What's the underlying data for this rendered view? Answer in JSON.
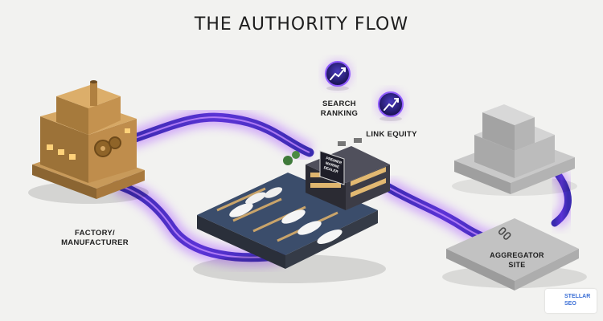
{
  "title": "THE AUTHORITY FLOW",
  "nodes": {
    "factory": {
      "label_line1": "FACTORY/",
      "label_line2": "MANUFACTURER"
    },
    "search_ranking": {
      "label_line1": "SEARCH",
      "label_line2": "RANKING"
    },
    "link_equity": {
      "label": "LINK EQUITY"
    },
    "aggregator": {
      "label_line1": "AGGREGATOR",
      "label_line2": "SITE"
    },
    "dealer_sign": {
      "line1": "PREMIER",
      "line2": "MARINE",
      "line3": "DEALER"
    }
  },
  "logo": {
    "line1": "STELLAR",
    "line2": "SEO"
  },
  "colors": {
    "flow_glow": "#a64dff",
    "flow_core": "#2a2a8c",
    "factory": "#b9884a",
    "aggregator": "#bdbdbd",
    "water": "#3b4d6b",
    "icon_ring": "#7b2ff7"
  },
  "icons": [
    "factory-icon",
    "chart-up-icon",
    "link-icon",
    "marina-building-icon",
    "aggregator-block-icon"
  ]
}
